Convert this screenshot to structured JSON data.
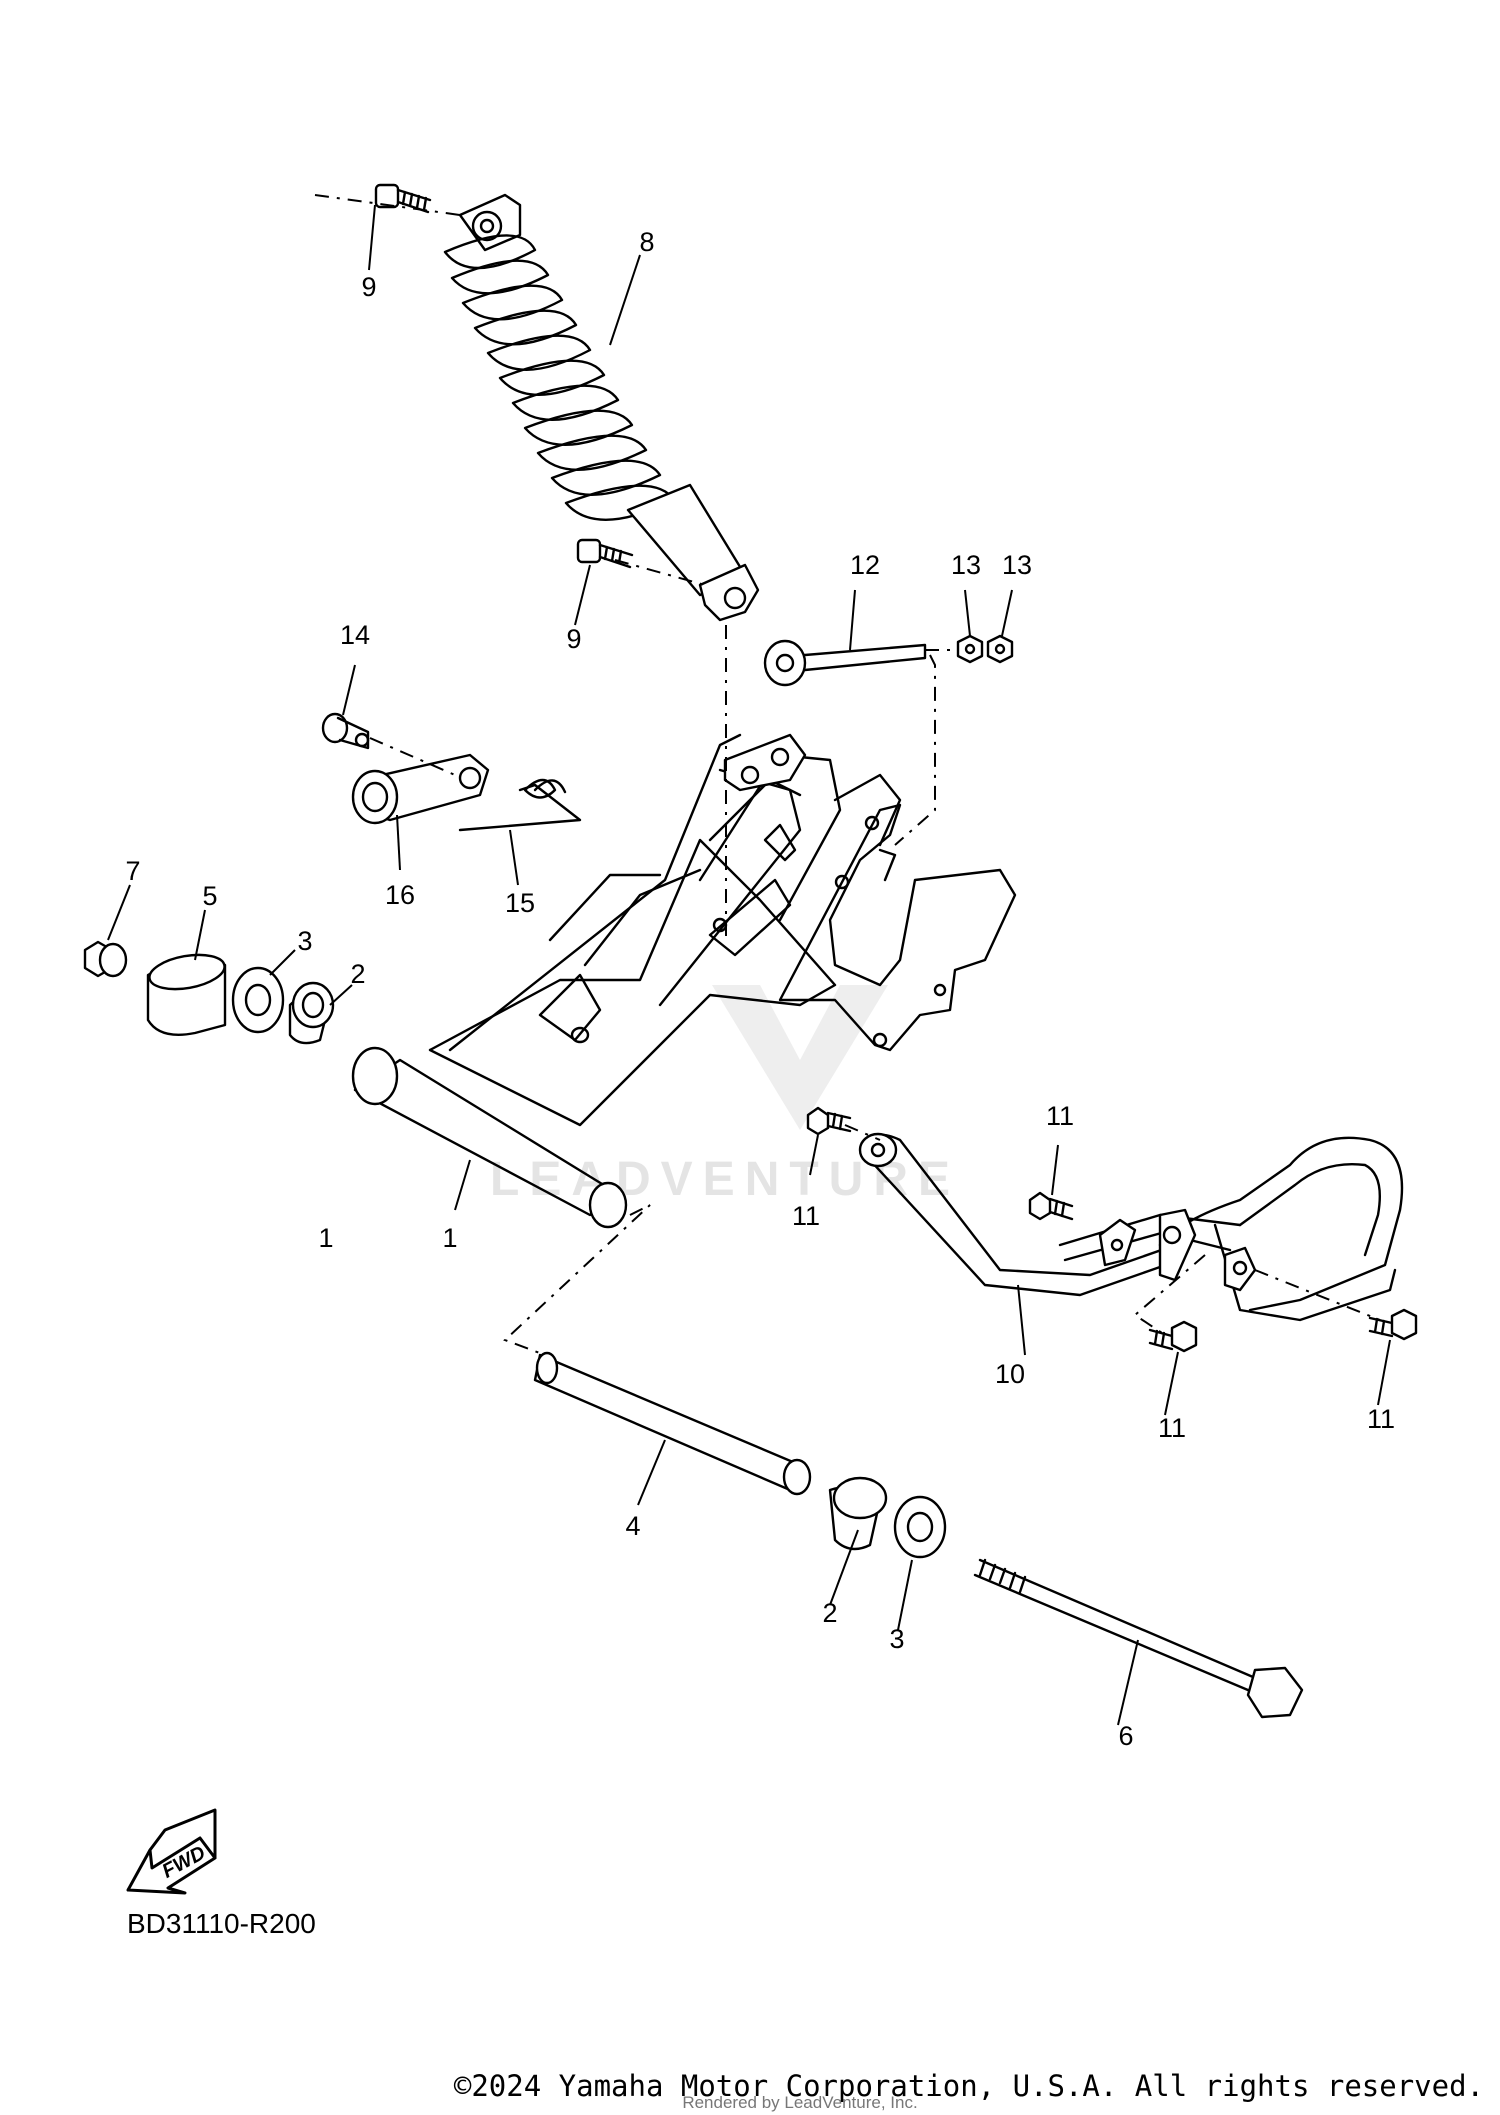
{
  "diagram": {
    "callouts": [
      {
        "id": "c1",
        "label": "1"
      },
      {
        "id": "c2a",
        "label": "2"
      },
      {
        "id": "c2b",
        "label": "2"
      },
      {
        "id": "c3a",
        "label": "3"
      },
      {
        "id": "c3b",
        "label": "3"
      },
      {
        "id": "c4",
        "label": "4"
      },
      {
        "id": "c5",
        "label": "5"
      },
      {
        "id": "c6",
        "label": "6"
      },
      {
        "id": "c7",
        "label": "7"
      },
      {
        "id": "c8",
        "label": "8"
      },
      {
        "id": "c9a",
        "label": "9"
      },
      {
        "id": "c9b",
        "label": "9"
      },
      {
        "id": "c10",
        "label": "10"
      },
      {
        "id": "c11a",
        "label": "11"
      },
      {
        "id": "c11b",
        "label": "11"
      },
      {
        "id": "c11c",
        "label": "11"
      },
      {
        "id": "c11d",
        "label": "11"
      },
      {
        "id": "c12",
        "label": "12"
      },
      {
        "id": "c13a",
        "label": "13"
      },
      {
        "id": "c13b",
        "label": "13"
      },
      {
        "id": "c14",
        "label": "14"
      },
      {
        "id": "c15",
        "label": "15"
      },
      {
        "id": "c16",
        "label": "16"
      }
    ],
    "fwd_label": "FWD",
    "diagram_code": "BD31110-R200",
    "watermark": "LEADVENTURE",
    "copyright": "©2024 Yamaha Motor Corporation, U.S.A. All rights reserved.",
    "rendered_by": "Rendered by LeadVenture, Inc."
  }
}
